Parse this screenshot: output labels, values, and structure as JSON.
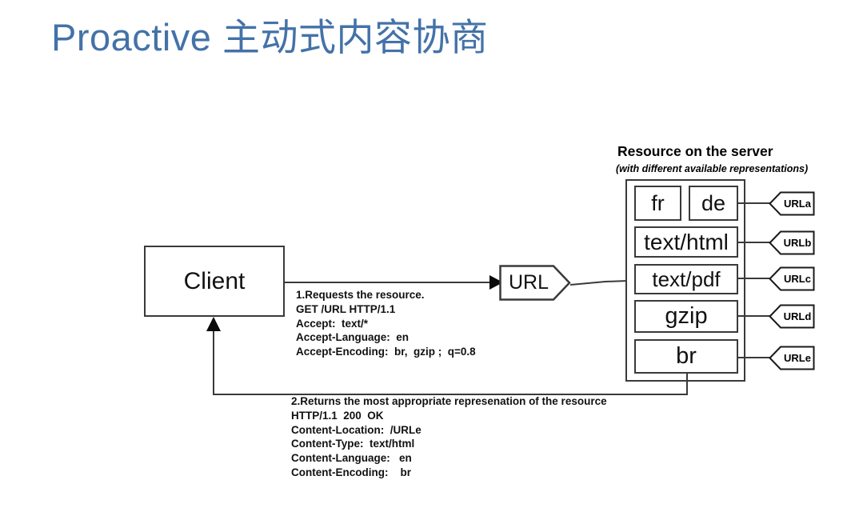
{
  "slide": {
    "title": "Proactive 主动式内容协商",
    "title_color": "#4472a8",
    "background": "#ffffff",
    "stroke_color": "#3a3a3a"
  },
  "client": {
    "label": "Client"
  },
  "url_node": {
    "label": "URL"
  },
  "server": {
    "heading": "Resource on the server",
    "subheading": "(with different available representations)",
    "representations": [
      {
        "label": "fr"
      },
      {
        "label": "de"
      },
      {
        "label": "text/html"
      },
      {
        "label": "text/pdf"
      },
      {
        "label": "gzip"
      },
      {
        "label": "br"
      }
    ],
    "url_tags": [
      {
        "label": "URLa"
      },
      {
        "label": "URLb"
      },
      {
        "label": "URLc"
      },
      {
        "label": "URLd"
      },
      {
        "label": "URLe"
      }
    ]
  },
  "request": {
    "lines": [
      "1.Requests the resource.",
      "GET /URL HTTP/1.1",
      "Accept: text/*",
      "Accept-Language: en",
      "Accept-Encoding: br, gzip ; q=0.8"
    ],
    "text": "1.Requests the resource.\nGET /URL HTTP/1.1\nAccept:  text/*\nAccept-Language:  en\nAccept-Encoding:  br,  gzip ;  q=0.8"
  },
  "response": {
    "lines": [
      "2.Returns the most appropriate represenation of the resource",
      "HTTP/1.1  200  OK",
      "Content-Location:  /URLe",
      "Content-Type:  text/html",
      "Content-Language:   en",
      "Content-Encoding:    br"
    ],
    "text": "2.Returns the most appropriate represenation of the resource\nHTTP/1.1  200  OK\nContent-Location:  /URLe\nContent-Type:  text/html\nContent-Language:   en\nContent-Encoding:    br"
  }
}
